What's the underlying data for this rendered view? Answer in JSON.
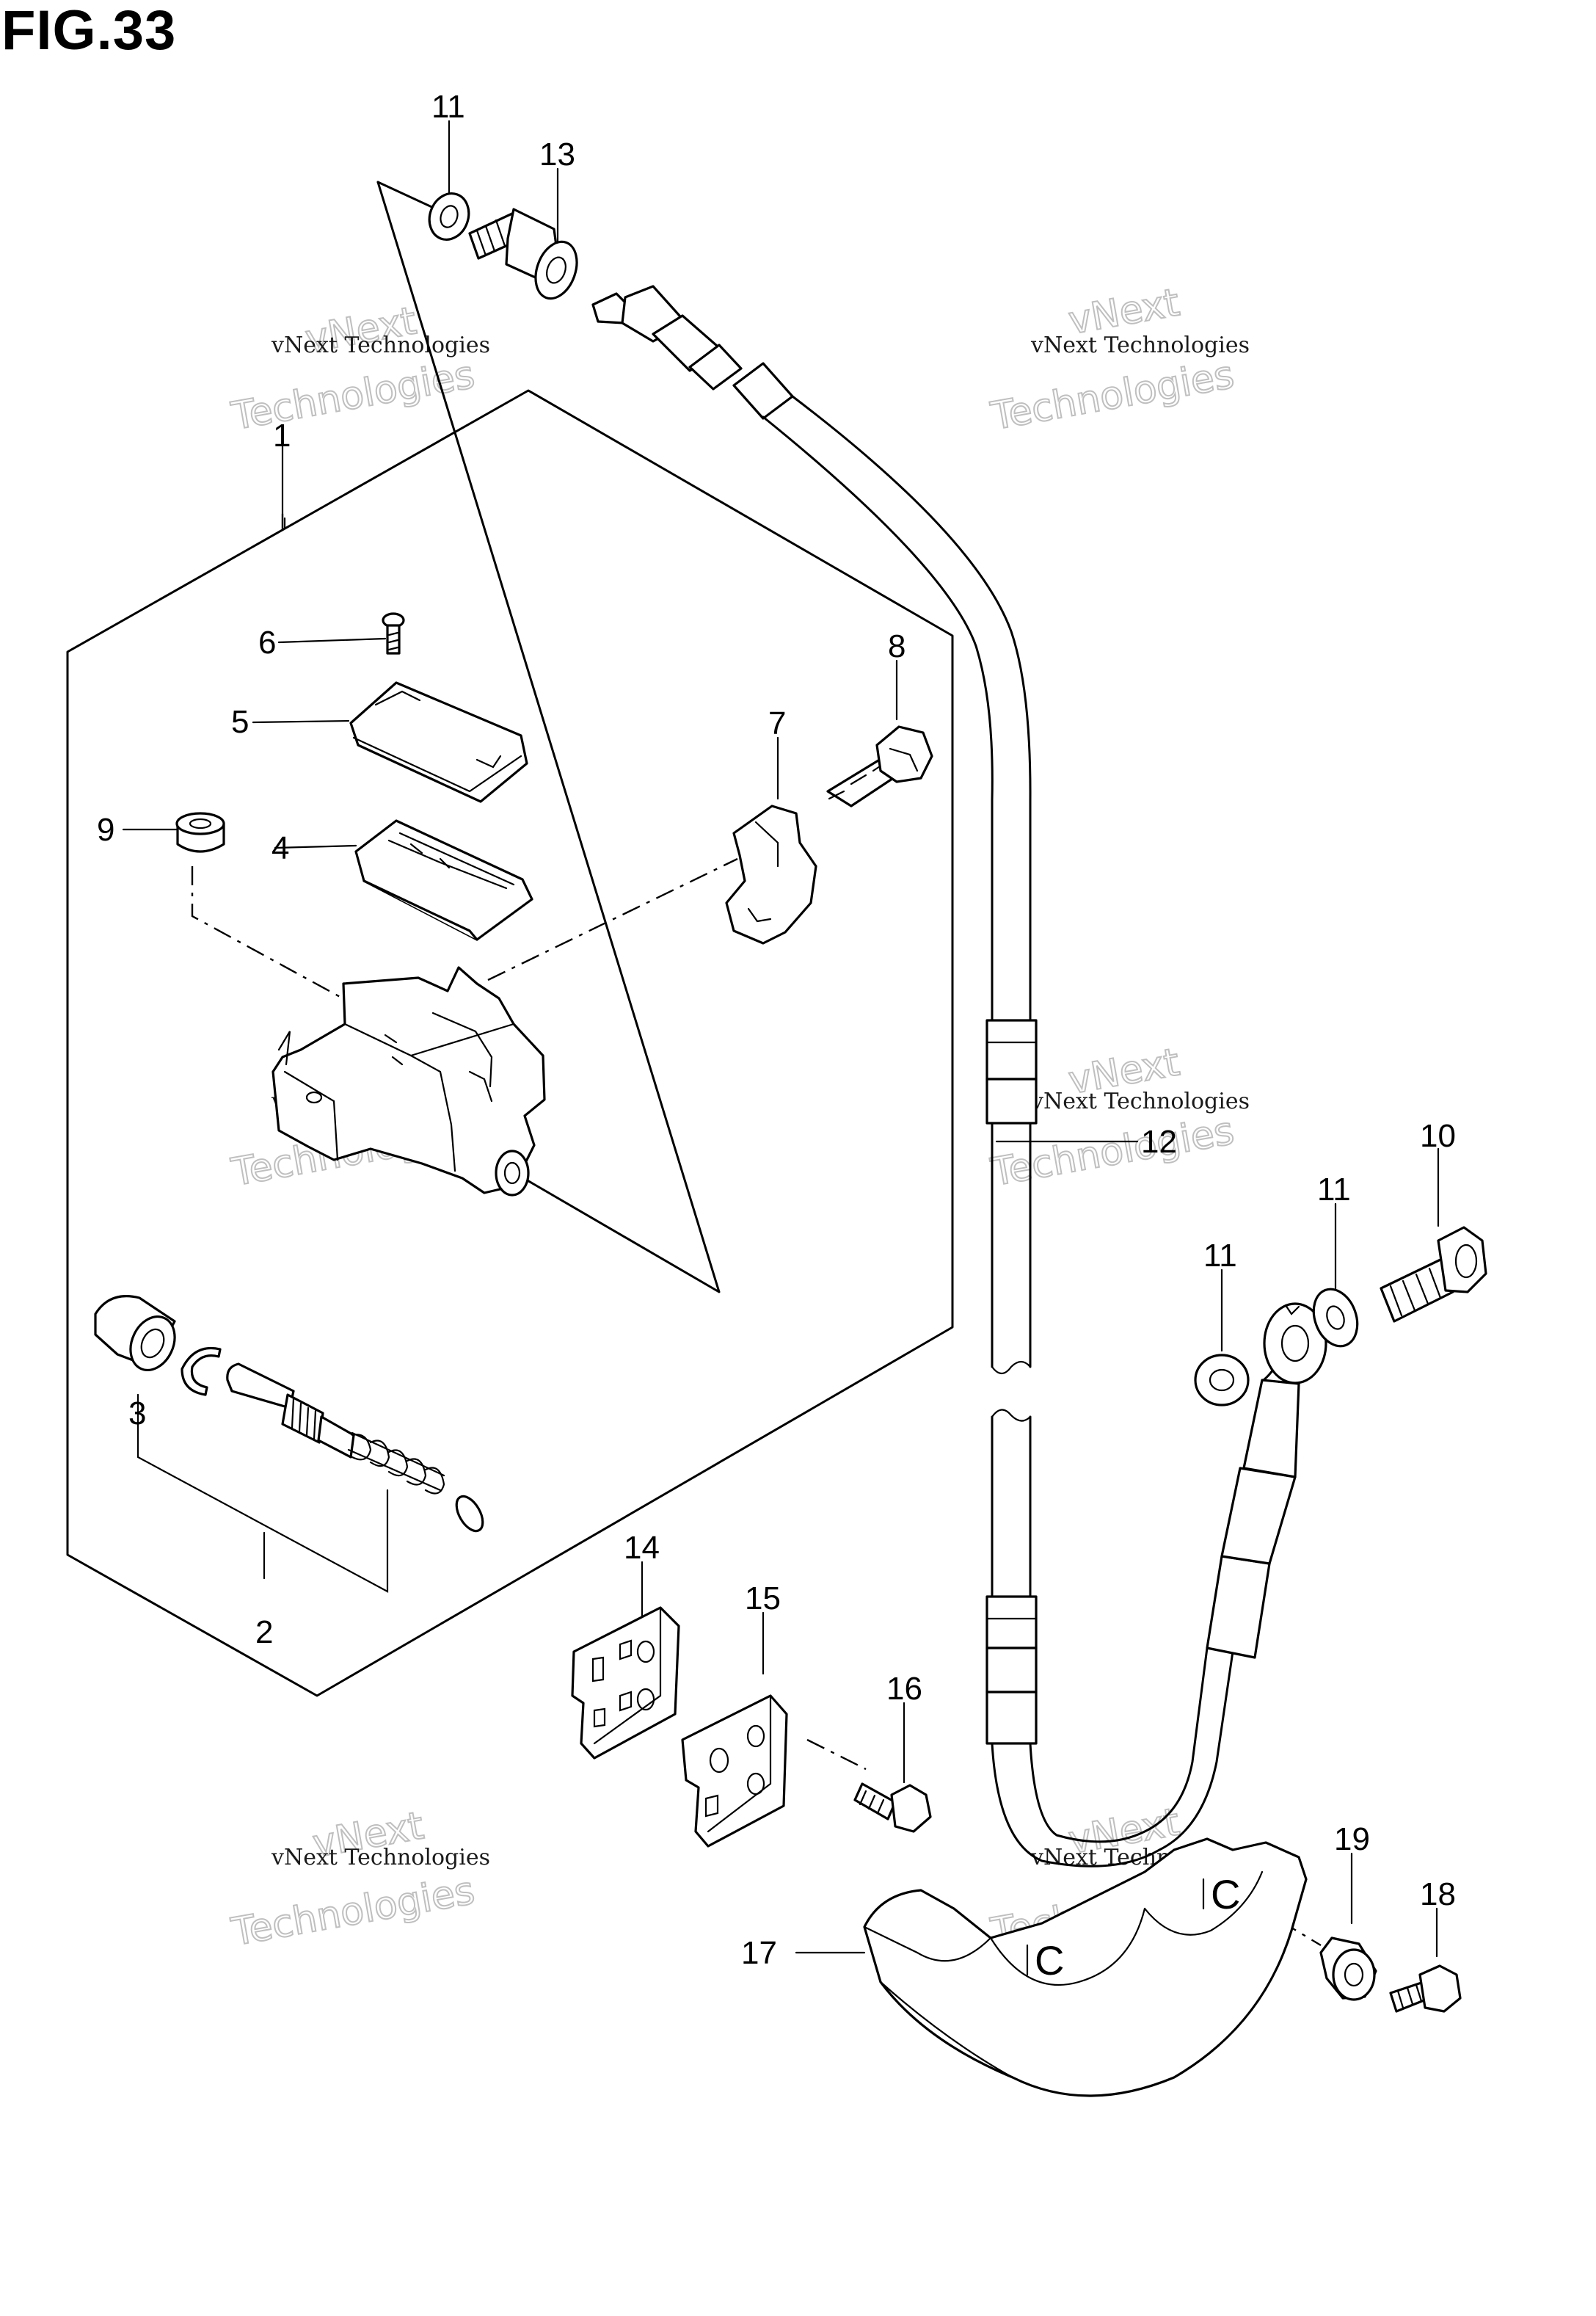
{
  "figure": {
    "title": "FIG.33"
  },
  "callouts": {
    "c1": "1",
    "c2": "2",
    "c3": "3",
    "c4": "4",
    "c5": "5",
    "c6": "6",
    "c7": "7",
    "c8": "8",
    "c9": "9",
    "c10": "10",
    "c11a": "11",
    "c11b": "11",
    "c11c": "11",
    "c12": "12",
    "c13": "13",
    "c14": "14",
    "c15": "15",
    "c16": "16",
    "c17": "17",
    "c18": "18",
    "c19": "19"
  },
  "watermark": {
    "line1": "vNext Technologies",
    "line2": "vNext",
    "line3": "Technologies"
  },
  "pad_marks": {
    "mark": "C"
  }
}
